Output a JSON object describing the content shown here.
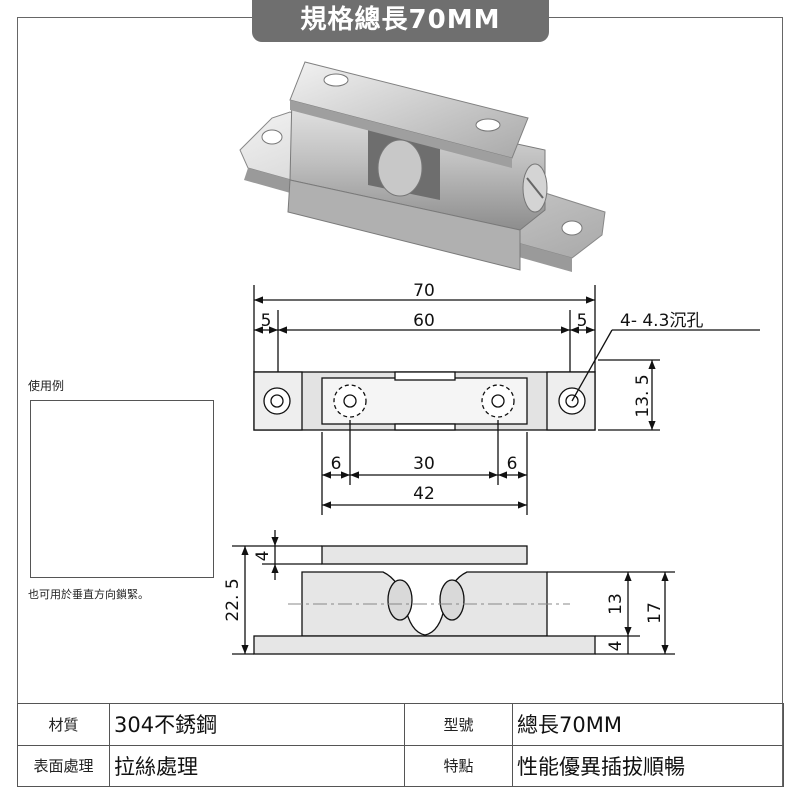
{
  "title": "規格總長70MM",
  "usage": {
    "heading": "使用例",
    "caption": "也可用於垂直方向鎖緊。"
  },
  "drawing": {
    "top_view": {
      "overall": "70",
      "end_left": "5",
      "center": "60",
      "end_right": "5",
      "hole_note": "4- 4.3沉孔",
      "height": "13. 5",
      "inner_left": "6",
      "inner_center": "30",
      "inner_right": "6",
      "inner_total": "42"
    },
    "side_view": {
      "plate": "4",
      "total_height": "22. 5",
      "body_height": "13",
      "base": "4",
      "right_total": "17"
    }
  },
  "specs": [
    {
      "label": "材質",
      "value": "304不銹鋼"
    },
    {
      "label": "型號",
      "value": "總長70MM"
    },
    {
      "label": "表面處理",
      "value": "拉絲處理"
    },
    {
      "label": "特點",
      "value": "性能優異插拔順暢"
    }
  ],
  "colors": {
    "title_bg": "#6f6f6f",
    "steel": "#c9c9c9",
    "line": "#111111"
  }
}
